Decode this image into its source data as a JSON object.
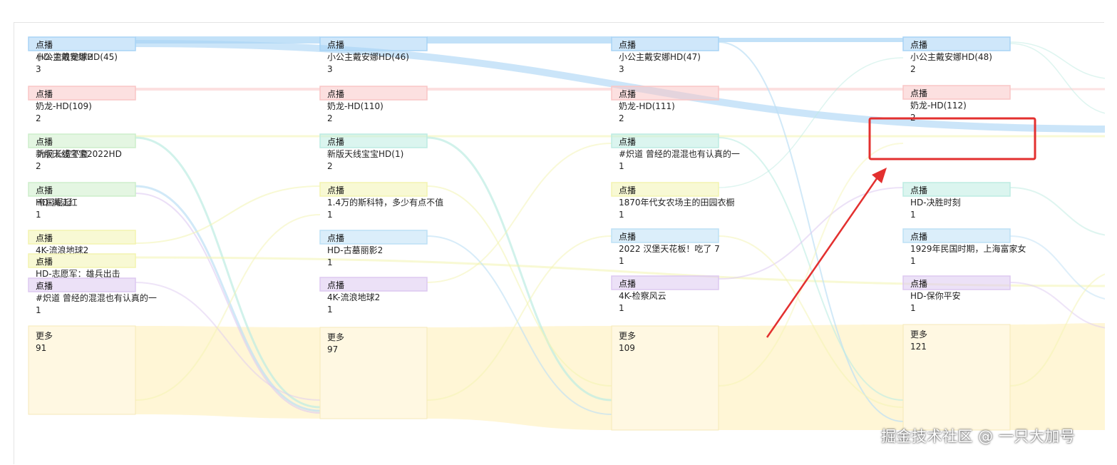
{
  "watermark": "掘金技术社区 @ 一只大加号",
  "chart_data": {
    "type": "sankey",
    "columns": [
      {
        "nodes": [
          {
            "type": "点播",
            "label": "小公主戴安娜HD(45)",
            "value": 3,
            "overlap_label": "HD-流浪地球2"
          },
          {
            "type": "点播",
            "label": "奶龙-HD(109)",
            "value": 2
          },
          {
            "type": "点播",
            "label": "新版天线宝宝2022HD",
            "value": 2,
            "overlap_label": "为何长盛不衰"
          },
          {
            "type": "点播",
            "label": "HD-满江红",
            "value": 1,
            "overlap_label": "帝国崛起"
          },
          {
            "type": "点播",
            "label": "4K-流浪地球2",
            "value": 1
          },
          {
            "type": "点播",
            "label": "HD-志愿军：雄兵出击",
            "value": 1
          },
          {
            "type": "点播",
            "label": "#炽道 曾经的混混也有认真的一",
            "value": 1
          },
          {
            "type": "",
            "label": "更多",
            "value": 91
          }
        ]
      },
      {
        "nodes": [
          {
            "type": "点播",
            "label": "小公主戴安娜HD(46)",
            "value": 3
          },
          {
            "type": "点播",
            "label": "奶龙-HD(110)",
            "value": 2
          },
          {
            "type": "点播",
            "label": "新版天线宝宝HD(1)",
            "value": 2
          },
          {
            "type": "点播",
            "label": "1.4万的斯科特，多少有点不值",
            "value": 1
          },
          {
            "type": "点播",
            "label": "HD-古墓丽影2",
            "value": 1
          },
          {
            "type": "点播",
            "label": "4K-流浪地球2",
            "value": 1
          },
          {
            "type": "",
            "label": "更多",
            "value": 97
          }
        ]
      },
      {
        "nodes": [
          {
            "type": "点播",
            "label": "小公主戴安娜HD(47)",
            "value": 3
          },
          {
            "type": "点播",
            "label": "奶龙-HD(111)",
            "value": 2
          },
          {
            "type": "点播",
            "label": "#炽道 曾经的混混也有认真的一",
            "value": 1
          },
          {
            "type": "点播",
            "label": "1870年代女农场主的田园衣橱",
            "value": 1
          },
          {
            "type": "点播",
            "label": "2022 汉堡天花板！吃了 7",
            "value": 1
          },
          {
            "type": "点播",
            "label": "4K-检察风云",
            "value": 1
          },
          {
            "type": "",
            "label": "更多",
            "value": 109
          }
        ]
      },
      {
        "nodes": [
          {
            "type": "点播",
            "label": "小公主戴安娜HD(48)",
            "value": 2
          },
          {
            "type": "点播",
            "label": "奶龙-HD(112)",
            "value": 2
          },
          {
            "type": "点播",
            "label": "HD-决胜时刻",
            "value": 1
          },
          {
            "type": "点播",
            "label": "1929年民国时期，上海富家女",
            "value": 1
          },
          {
            "type": "点播",
            "label": "HD-保你平安",
            "value": 1
          },
          {
            "type": "",
            "label": "更多",
            "value": 121
          }
        ]
      }
    ],
    "palette": {
      "blue": "#a8d4f5",
      "pink": "#f9c6c6",
      "green": "#cdeecb",
      "teal": "#bdece2",
      "yellow": "#f3f4b0",
      "lightblue": "#bde0f5",
      "purple": "#ddc9f1",
      "more": "#fff4cf",
      "highlight": "#e3302f"
    }
  }
}
